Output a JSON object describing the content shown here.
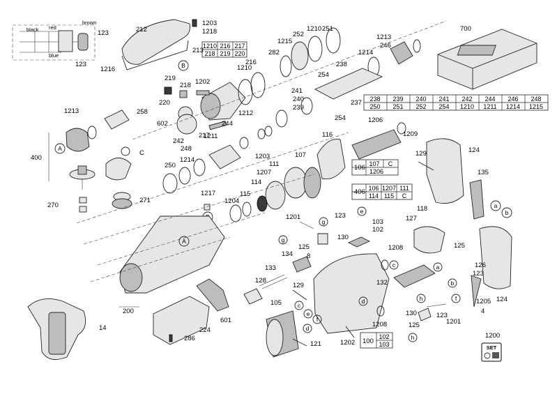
{
  "callouts": {
    "c14": "14",
    "c4": "4",
    "c8": "8",
    "c100": "100",
    "c102": "102",
    "c103": "103",
    "c105": "105",
    "c107": "107",
    "c111": "111",
    "c114": "114",
    "c115": "115",
    "c116": "116",
    "c118": "118",
    "c121": "121",
    "c123a": "123",
    "c123b": "123",
    "c123c": "123",
    "c123d": "123",
    "c124a": "124",
    "c124b": "124",
    "c125a": "125",
    "c125b": "125",
    "c125c": "125",
    "c126": "126",
    "c127": "127",
    "c128": "128",
    "c129a": "129",
    "c129b": "129",
    "c130a": "130",
    "c130b": "130",
    "c132": "132",
    "c133": "133",
    "c134": "134",
    "c135": "135",
    "c200": "200",
    "c212": "212",
    "c216": "216",
    "c217": "217",
    "c218": "218",
    "c219": "219",
    "c220": "220",
    "c224": "224",
    "c238": "238",
    "c239": "239",
    "c240": "240",
    "c241": "241",
    "c242": "242",
    "c244": "244",
    "c246": "246",
    "c248": "248",
    "c250": "250",
    "c251": "251",
    "c252": "252",
    "c254a": "254",
    "c254b": "254",
    "c258": "258",
    "c270": "270",
    "c271": "271",
    "c282": "282",
    "c286": "286",
    "c400": "400",
    "c601": "601",
    "c602": "602",
    "c700": "700",
    "c1200": "1200",
    "c1201a": "1201",
    "c1201b": "1201",
    "c1202a": "1202",
    "c1202b": "1202",
    "c1203a": "1203",
    "c1203b": "1203",
    "c1204": "1204",
    "c1205": "1205",
    "c1206": "1206",
    "c1207": "1207",
    "c1208a": "1208",
    "c1208b": "1208",
    "c1209": "1209",
    "c1210a": "1210",
    "c1210b": "1210",
    "c1211": "1211",
    "c1212": "1212",
    "c1213a": "1213",
    "c1213b": "1213",
    "c1214a": "1214",
    "c1214b": "1214",
    "c1215": "1215",
    "c1216": "1216",
    "c1217": "1217",
    "c1218": "1218",
    "c237": "237",
    "c213": "213",
    "c106": "106",
    "c406": "406"
  },
  "wiring": {
    "black": "black",
    "red": "red",
    "brown": "brown",
    "blue": "blue"
  },
  "set_badge": "SET",
  "letters": {
    "A": "A",
    "B": "B",
    "C": "C",
    "a": "a",
    "b": "b",
    "c": "c",
    "d": "d",
    "e": "e",
    "f": "f",
    "g": "g",
    "h": "h"
  },
  "tables": {
    "t237": {
      "row1": [
        "238",
        "239",
        "240",
        "241",
        "242",
        "244",
        "246",
        "248"
      ],
      "row2": [
        "250",
        "251",
        "252",
        "254",
        "1210",
        "1211",
        "1214",
        "1215"
      ]
    },
    "t213": {
      "row1": [
        "1210",
        "216",
        "217"
      ],
      "row2": [
        "218",
        "219",
        "220"
      ]
    },
    "t106": {
      "row1": [
        "107",
        "C"
      ],
      "row2": [
        "1206"
      ]
    },
    "t406": {
      "row1": [
        "106",
        "1207",
        "111"
      ],
      "row2": [
        "114",
        "115",
        "C"
      ]
    },
    "t100": {
      "row1": [
        "102"
      ],
      "row2": [
        "103"
      ]
    }
  }
}
